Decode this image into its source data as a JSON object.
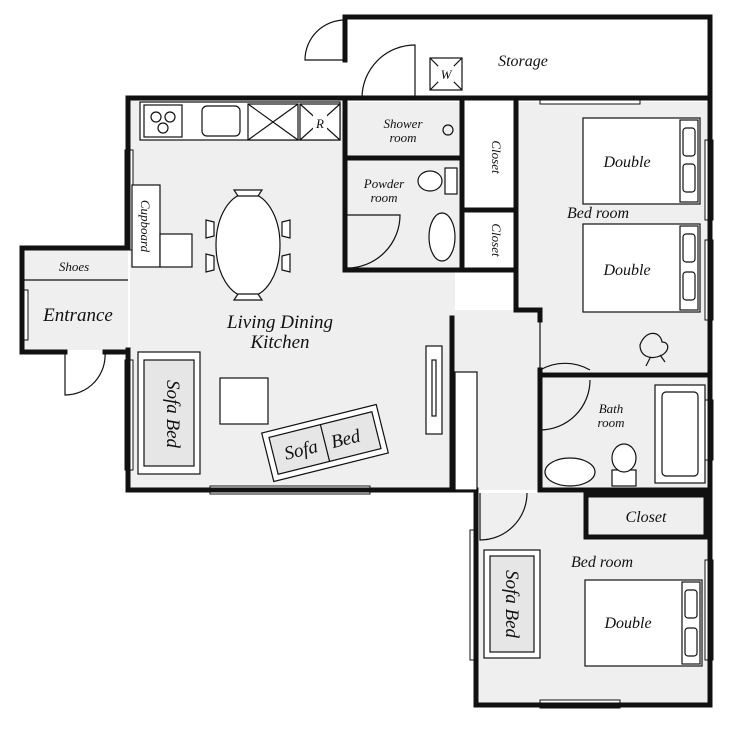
{
  "rooms": {
    "storage": "Storage",
    "washer": "W",
    "fridge": "R",
    "shower_line1": "Shower",
    "shower_line2": "room",
    "powder_line1": "Powder",
    "powder_line2": "room",
    "closet_upper": "Closet",
    "closet_lower": "Closet",
    "bedroom_top": "Bed room",
    "double_top1": "Double",
    "double_top2": "Double",
    "cupboard": "Cupboard",
    "shoes": "Shoes",
    "entrance": "Entrance",
    "ldk_line1": "Living Dining",
    "ldk_line2": "Kitchen",
    "sofa_bed_left": "Sofa Bed",
    "sofa_bed_mid_1": "Sofa",
    "sofa_bed_mid_2": "Bed",
    "bath_line1": "Bath",
    "bath_line2": "room",
    "closet_bottom": "Closet",
    "bedroom_bottom": "Bed room",
    "sofa_bed_right": "Sofa Bed",
    "double_bottom": "Double"
  }
}
